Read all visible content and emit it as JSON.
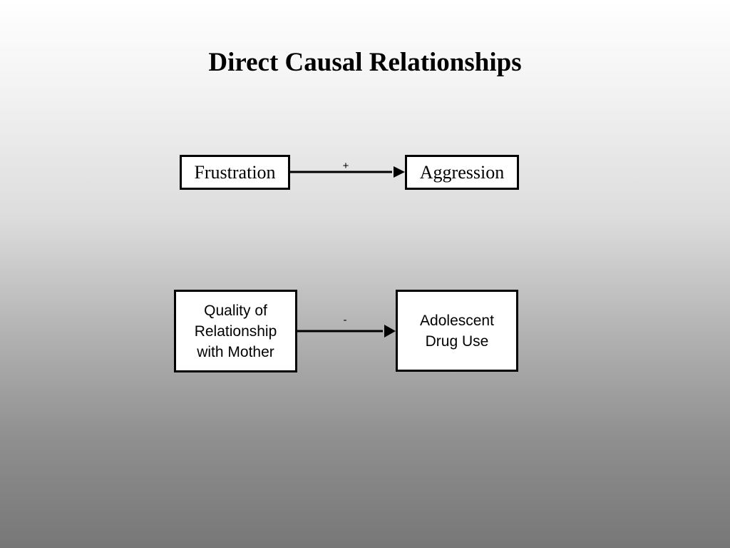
{
  "slide": {
    "title": "Direct Causal Relationships"
  },
  "diagram": {
    "relationships": [
      {
        "cause": "Frustration",
        "effect": "Aggression",
        "sign": "+"
      },
      {
        "cause_lines": [
          "Quality of",
          "Relationship",
          "with Mother"
        ],
        "effect_lines": [
          "Adolescent",
          "Drug Use"
        ],
        "sign": "-"
      }
    ]
  },
  "colors": {
    "box_fill": "#ffffff",
    "box_border": "#000000",
    "arrow": "#000000",
    "background_top": "#ffffff",
    "background_bottom": "#777777"
  }
}
